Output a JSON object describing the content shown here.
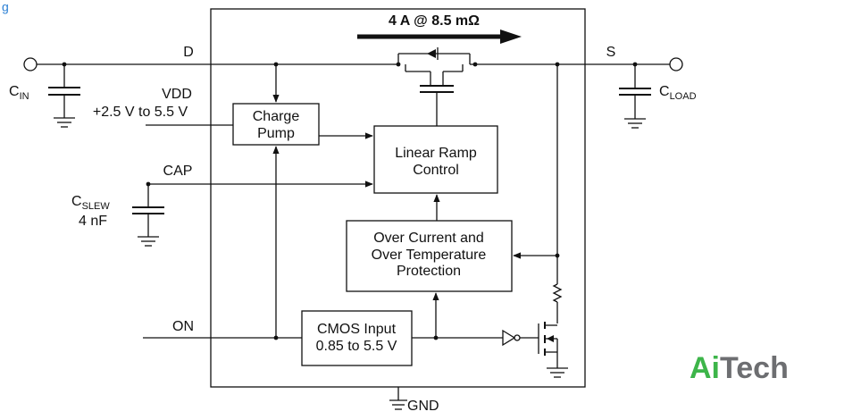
{
  "diagram": {
    "current_label": "4 A @ 8.5 mΩ",
    "nodes": {
      "charge_pump": [
        "Charge",
        "Pump"
      ],
      "linear_ramp": [
        "Linear Ramp",
        "Control"
      ],
      "protection": [
        "Over Current and",
        "Over Temperature",
        "Protection"
      ],
      "cmos_input": [
        "CMOS Input",
        "0.85 to 5.5 V"
      ]
    },
    "pins": {
      "d": "D",
      "s": "S",
      "vdd": "VDD",
      "vdd_range": "+2.5 V to 5.5 V",
      "cap": "CAP",
      "on": "ON",
      "gnd": "GND"
    },
    "components": {
      "cin_main": "C",
      "cin_sub": "IN",
      "cload_main": "C",
      "cload_sub": "LOAD",
      "cslew_main": "C",
      "cslew_sub": "SLEW",
      "cslew_value": "4 nF"
    },
    "corner_mark": "g",
    "watermark": {
      "ai": "Ai",
      "tech": "Tech",
      "ai_color": "#3db54a",
      "tech_color": "#6d6e71"
    }
  }
}
